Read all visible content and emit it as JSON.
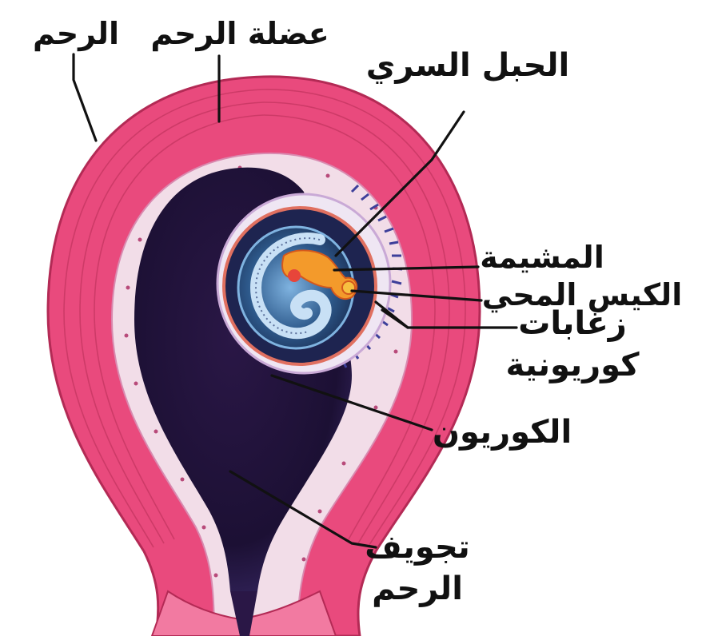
{
  "labels": {
    "uterus": "الرحم",
    "uterine_muscle": "عضلة الرحم",
    "umbilical_cord": "الحبل السري",
    "placenta": "المشيمة",
    "yolk_sac": "الكيس المحي",
    "chorionic_villi_line1": "زغابات",
    "chorionic_villi_line2": "كوريونية",
    "chorion": "الكوريون",
    "uterine_cavity_line1": "تجويف",
    "uterine_cavity_line2": "الرحم"
  },
  "colors": {
    "muscle": "#e94a7d",
    "muscle_light": "#f27aa1",
    "muscle_stripe": "#c2345f",
    "endometrium": "#f2dde8",
    "cavity": "#1f1238",
    "cavity_light": "#3e2a69",
    "villi": "#3d3f9a",
    "amnion_blue": "#2e5a8c",
    "embryo_orange": "#f39a2b",
    "leader": "#111111"
  }
}
